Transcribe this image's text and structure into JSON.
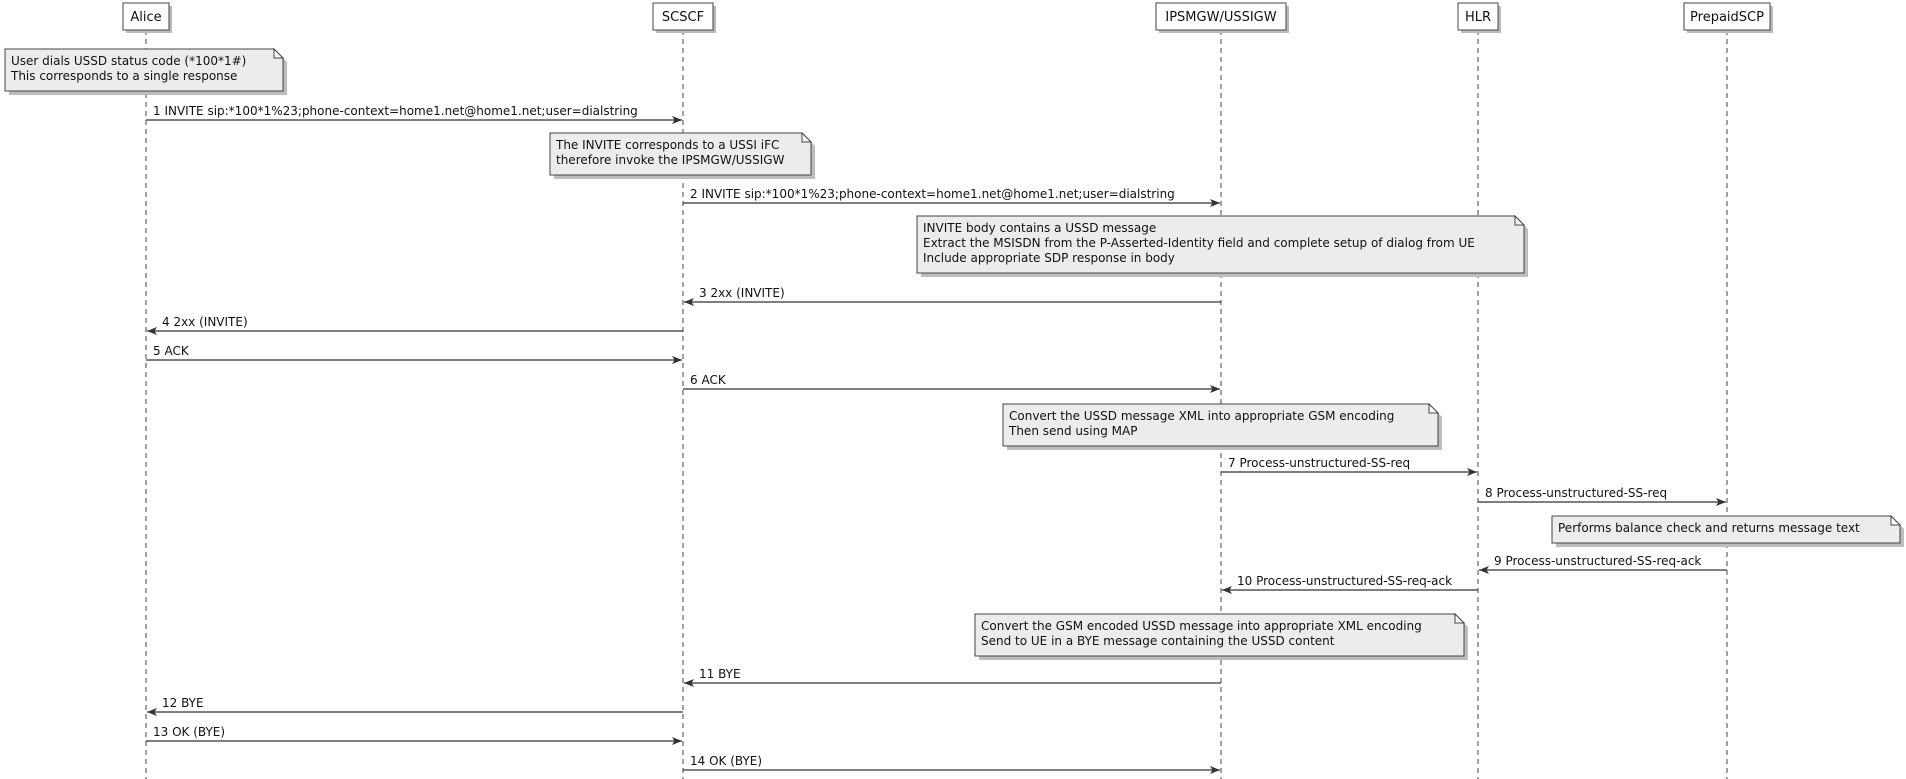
{
  "participants": [
    {
      "id": "alice",
      "label": "Alice"
    },
    {
      "id": "scscf",
      "label": "SCSCF"
    },
    {
      "id": "ipsmgw",
      "label": "IPSMGW/USSIGW"
    },
    {
      "id": "hlr",
      "label": "HLR"
    },
    {
      "id": "prepaid",
      "label": "PrepaidSCP"
    }
  ],
  "messages": [
    {
      "from": "alice",
      "to": "scscf",
      "label": "1 INVITE sip:*100*1%23;phone-context=home1.net@home1.net;user=dialstring"
    },
    {
      "from": "scscf",
      "to": "ipsmgw",
      "label": "2 INVITE sip:*100*1%23;phone-context=home1.net@home1.net;user=dialstring"
    },
    {
      "from": "ipsmgw",
      "to": "scscf",
      "label": "3 2xx (INVITE)"
    },
    {
      "from": "scscf",
      "to": "alice",
      "label": "4 2xx (INVITE)"
    },
    {
      "from": "alice",
      "to": "scscf",
      "label": "5 ACK"
    },
    {
      "from": "scscf",
      "to": "ipsmgw",
      "label": "6 ACK"
    },
    {
      "from": "ipsmgw",
      "to": "hlr",
      "label": "7 Process-unstructured-SS-req"
    },
    {
      "from": "hlr",
      "to": "prepaid",
      "label": "8 Process-unstructured-SS-req"
    },
    {
      "from": "prepaid",
      "to": "hlr",
      "label": "9 Process-unstructured-SS-req-ack"
    },
    {
      "from": "hlr",
      "to": "ipsmgw",
      "label": "10 Process-unstructured-SS-req-ack"
    },
    {
      "from": "ipsmgw",
      "to": "scscf",
      "label": "11 BYE"
    },
    {
      "from": "scscf",
      "to": "alice",
      "label": "12 BYE"
    },
    {
      "from": "alice",
      "to": "scscf",
      "label": "13 OK (BYE)"
    },
    {
      "from": "scscf",
      "to": "ipsmgw",
      "label": "14 OK (BYE)"
    }
  ],
  "notes": [
    {
      "lines": [
        "User dials USSD status code (*100*1#)",
        "This corresponds to a single response"
      ]
    },
    {
      "lines": [
        "The INVITE corresponds to a USSI iFC",
        "therefore invoke the IPSMGW/USSIGW"
      ]
    },
    {
      "lines": [
        "INVITE body contains a USSD message",
        "Extract the MSISDN from the P-Asserted-Identity field and complete setup of dialog from UE",
        "Include appropriate SDP response in body"
      ]
    },
    {
      "lines": [
        "Convert the USSD message XML into appropriate GSM encoding",
        "Then send using MAP"
      ]
    },
    {
      "lines": [
        "Performs balance check and returns message text"
      ]
    },
    {
      "lines": [
        "Convert the GSM encoded USSD message into appropriate XML encoding",
        "Send to UE in a BYE message containing the USSD content"
      ]
    }
  ],
  "colors": {
    "line": "#333333",
    "note_fill": "#ececec",
    "background": "#ffffff"
  }
}
